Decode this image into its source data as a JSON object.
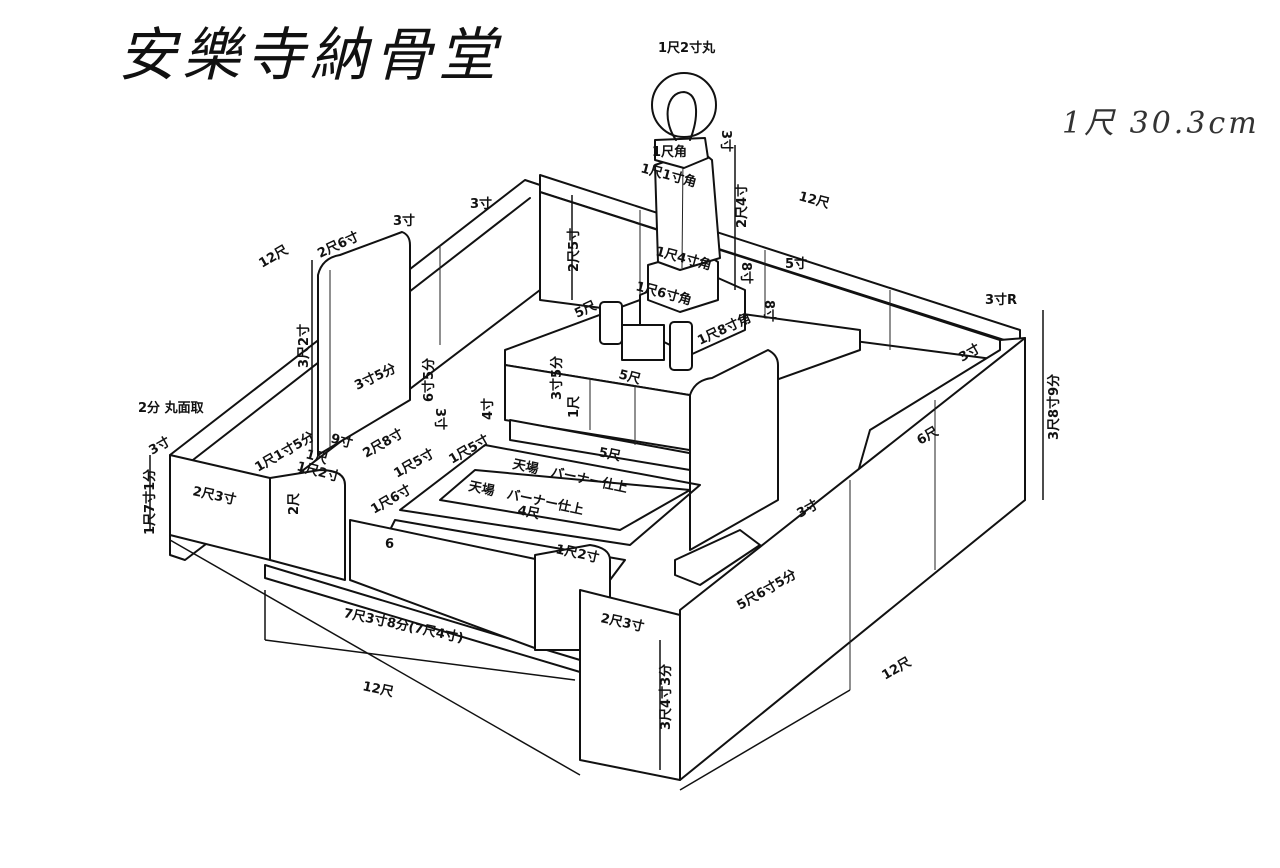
{
  "title": "安樂寺納骨堂",
  "scale_note": "1尺 30.3cm",
  "labels": {
    "sphere": "1尺2寸丸",
    "neck_h": "3寸",
    "top_sq": "1尺角",
    "shaft_top": "1尺1寸角",
    "shaft_h": "2尺4寸",
    "back_len": "12尺",
    "back_wall_w": "3寸",
    "back_wall_h": "2尺5寸",
    "shaft_base": "1尺4寸角",
    "base_h": "8寸",
    "back_top_w": "5寸",
    "base1": "1尺6寸角",
    "base_left": "5尺",
    "base2_h": "8寸",
    "base2": "1尺8寸角",
    "corner_r": "3寸R",
    "right_h": "3尺8寸9分",
    "right_wall_w": "3寸",
    "right_len": "6尺",
    "left_len": "12尺",
    "slab_w": "2尺6寸",
    "slab_t": "3寸",
    "slab_h": "3尺2寸",
    "foot_w": "3寸5分",
    "foot_h": "6寸5分",
    "step_h": "3寸",
    "chamfer_note": "2分 丸面取",
    "left_wall_w": "3寸",
    "left_h": "1尺7寸1分",
    "left_cap": "2尺3寸",
    "a1": "1尺1寸5分",
    "a2": "9寸",
    "a3": "1尺",
    "a4": "2尺8寸",
    "a5": "1尺2寸",
    "post_h": "2尺",
    "p1": "1尺5寸",
    "p2": "1尺6寸",
    "p3": "1尺5寸",
    "p4": "4寸",
    "plat_h": "3寸5分",
    "plat_h2": "1尺",
    "plat_top": "5尺",
    "plat_front": "5尺",
    "finish1": "天場　バーナー仕上",
    "finish2": "天場　バーナー仕上",
    "inner_w": "4尺",
    "six": "6",
    "post2": "1尺2寸",
    "r_wall_w": "3寸",
    "r_front_len": "5尺6寸5分",
    "r_cap": "2尺3寸",
    "front_len": "7尺3寸8分(7尺4寸)",
    "front_total": "12尺",
    "front_h": "3尺4寸3分",
    "right_total": "12尺"
  }
}
